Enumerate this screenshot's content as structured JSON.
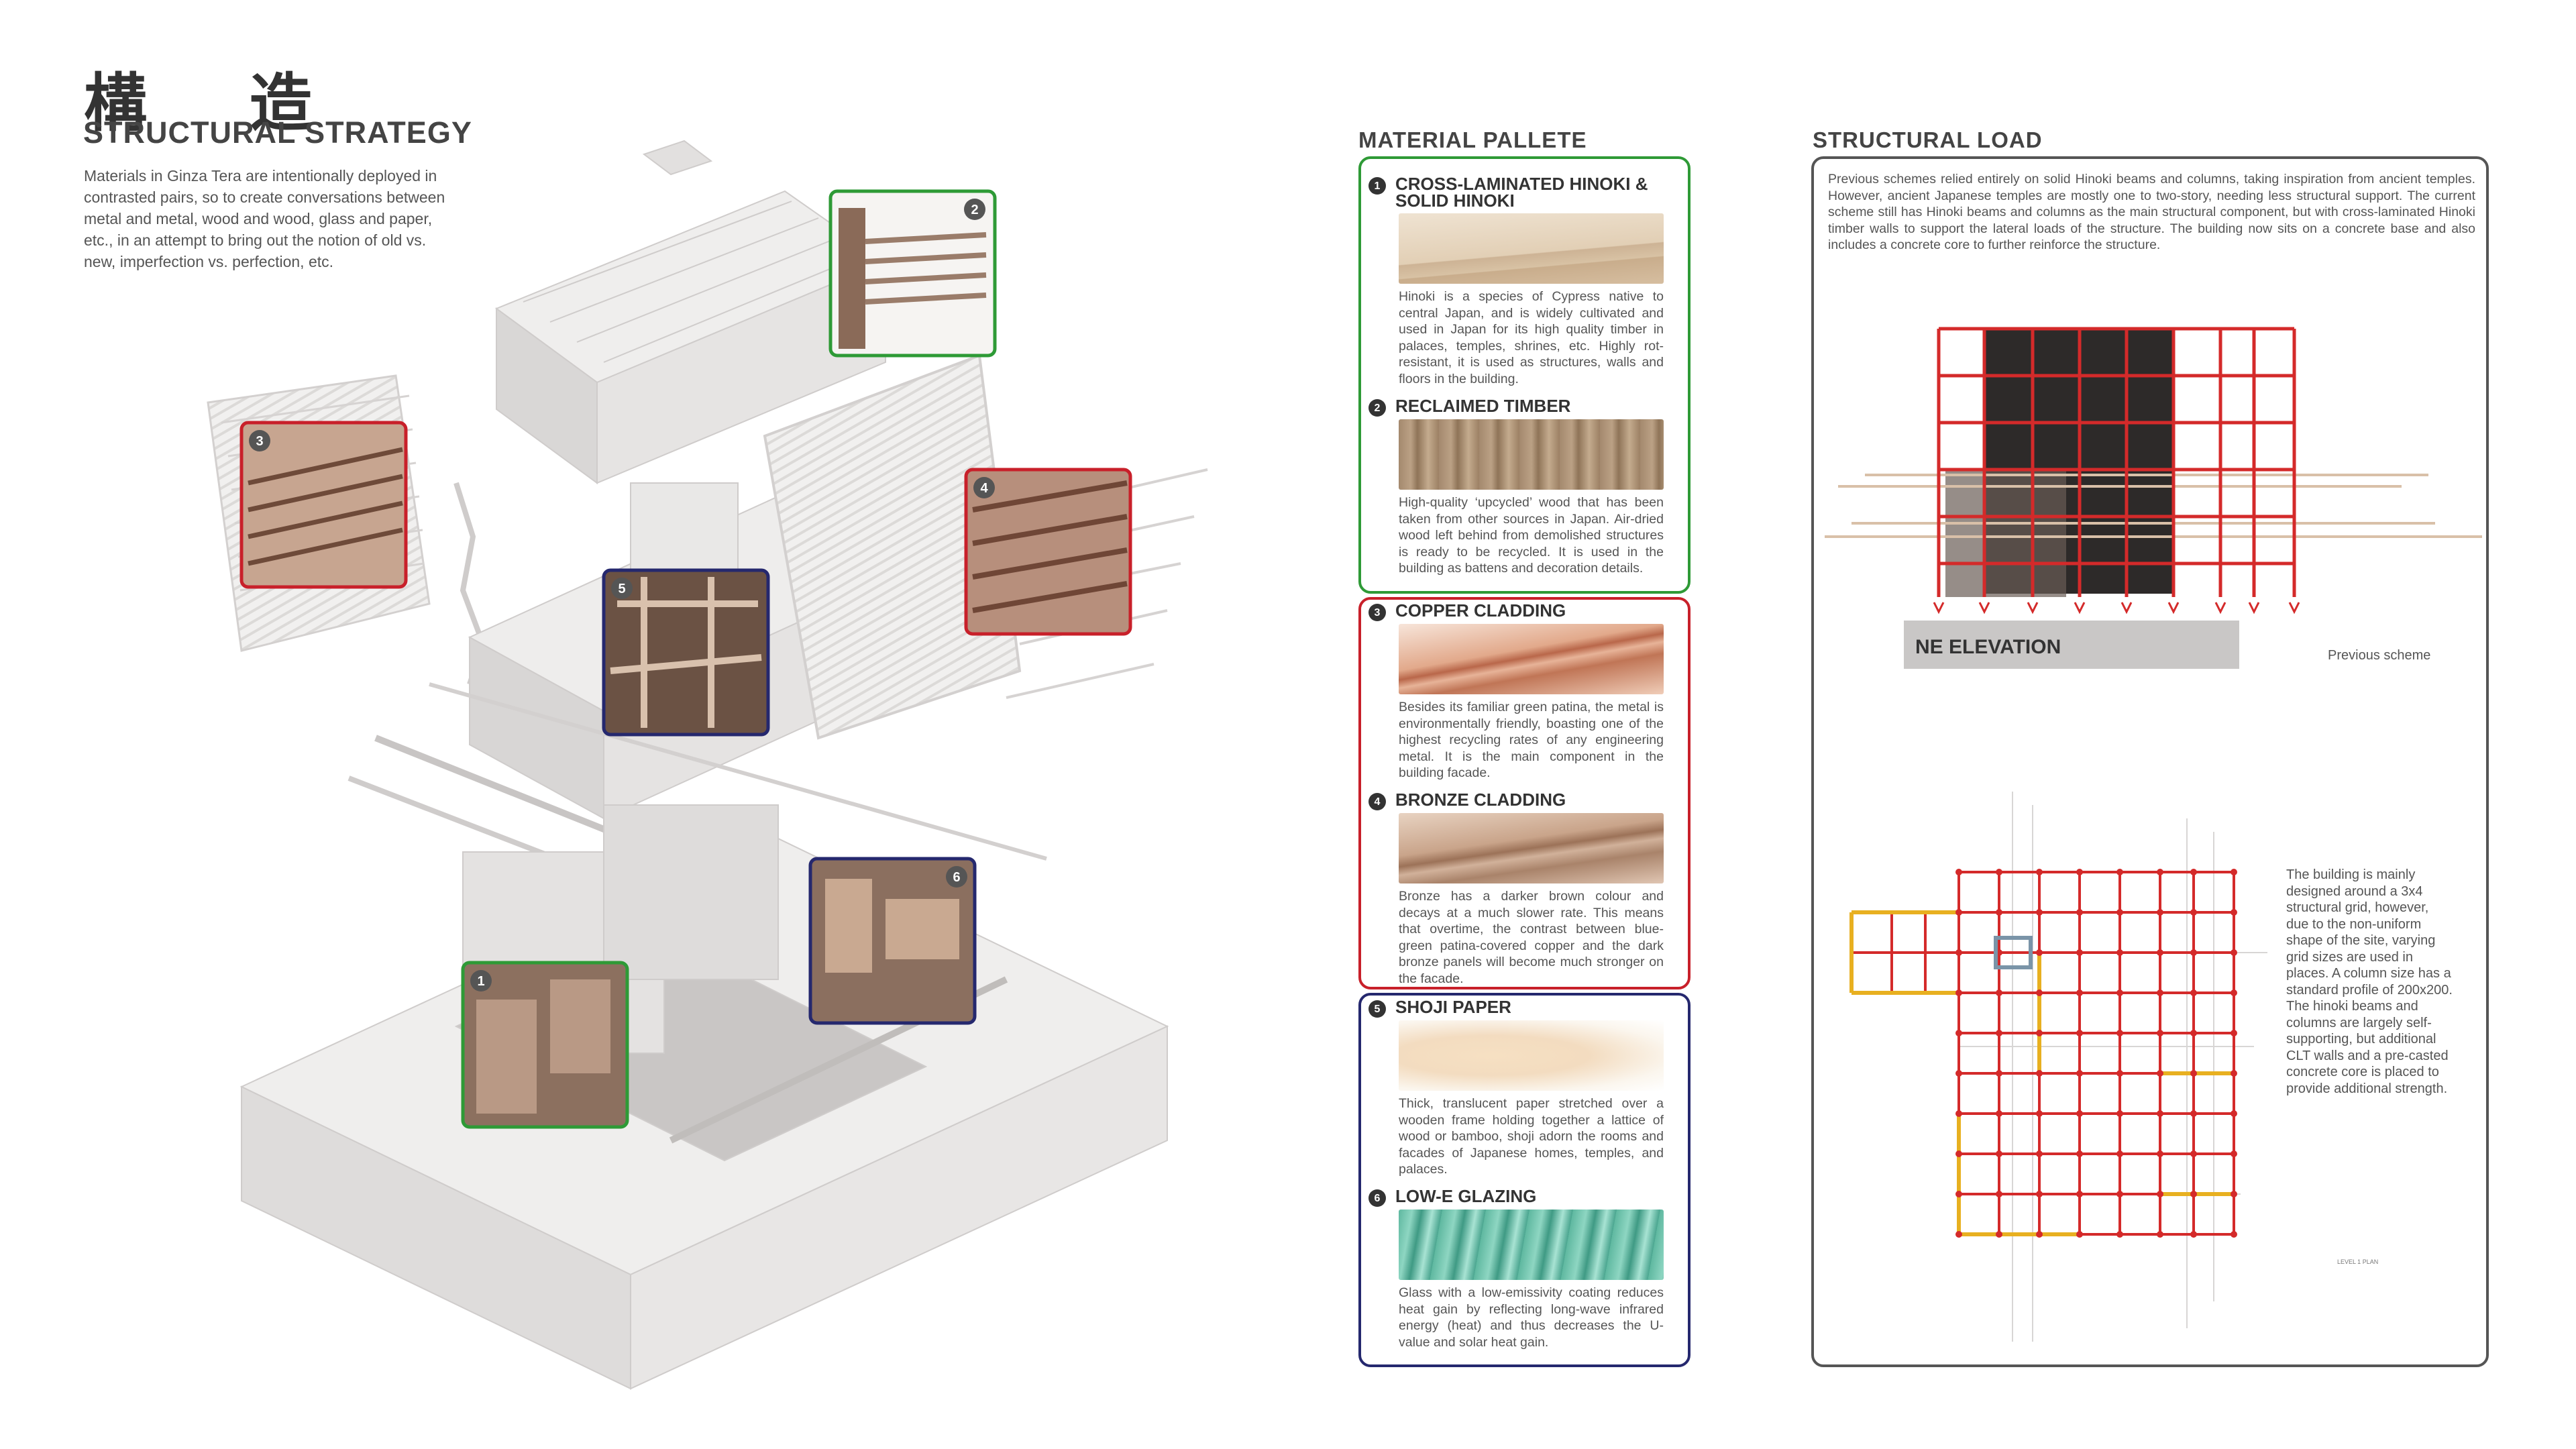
{
  "header": {
    "kanji": "構 造",
    "title": "STRUCTURAL STRATEGY",
    "intro": "Materials in Ginza Tera are intentionally deployed in contrasted pairs, so to create conversations between metal and metal, wood and wood, glass and paper, etc., in an attempt to bring out the notion of old vs. new, imperfection vs. perfection, etc."
  },
  "axonometric": {
    "callouts": [
      {
        "num": "1",
        "color": "#2e9a36"
      },
      {
        "num": "2",
        "color": "#2e9a36"
      },
      {
        "num": "3",
        "color": "#c8202a"
      },
      {
        "num": "4",
        "color": "#c8202a"
      },
      {
        "num": "5",
        "color": "#25286e"
      },
      {
        "num": "6",
        "color": "#25286e"
      }
    ]
  },
  "materials": {
    "title": "MATERIAL PALLETE",
    "group_colors": [
      "#2e9a36",
      "#c8202a",
      "#25286e"
    ],
    "items": [
      {
        "num": "1",
        "name": "CROSS-LAMINATED HINOKI & SOLID HINOKI",
        "desc": "Hinoki is a species of Cypress native to central Japan, and is widely cultivated and used in Japan for its high quality timber in palaces, temples, shrines, etc. Highly rot-resistant, it is used as structures, walls and floors in the building."
      },
      {
        "num": "2",
        "name": "RECLAIMED TIMBER",
        "desc": "High-quality ‘upcycled’ wood that has been taken from other sources in Japan. Air-dried wood left behind from demolished structures is ready to be recycled. It is used in the building as battens and decoration details."
      },
      {
        "num": "3",
        "name": "COPPER CLADDING",
        "desc": "Besides its familiar green patina, the metal is environmentally friendly, boasting one of the highest recycling rates of any engineering metal. It is the main component in the building facade."
      },
      {
        "num": "4",
        "name": "BRONZE CLADDING",
        "desc": "Bronze has a darker brown colour and decays at a much slower rate. This means that overtime, the contrast between blue-green patina-covered copper and the dark bronze panels will become much stronger on the facade."
      },
      {
        "num": "5",
        "name": "SHOJI PAPER",
        "desc": "Thick, translucent paper stretched over a wooden frame holding together a lattice of wood or bamboo, shoji adorn the rooms and facades of Japanese homes, temples, and palaces."
      },
      {
        "num": "6",
        "name": "LOW-E GLAZING",
        "desc": "Glass with a low-emissivity coating reduces heat gain by reflecting long-wave infrared energy (heat) and thus decreases the U-value and solar heat gain."
      }
    ]
  },
  "structural_load": {
    "title": "STRUCTURAL LOAD",
    "intro": "Previous schemes relied entirely on solid Hinoki beams and columns, taking inspiration from ancient temples. However, ancient Japanese temples are mostly one to two-story, needing less structural support. The current scheme still has Hinoki beams and columns as the main structural component, but with cross-laminated Hinoki timber walls to support the lateral loads of the structure. The building now sits on a concrete base and also includes a concrete core to further reinforce the structure.",
    "elevation_label": "NE ELEVATION",
    "previous_label": "Previous scheme",
    "plan_note": "The building is mainly designed around a 3x4 structural grid, however, due to the non-uniform shape of the site, varying grid sizes are used in places. A column size has a standard profile of 200x200. The hinoki beams and columns are largely self-supporting, but additional CLT walls and a pre-casted concrete core is placed to provide additional strength.",
    "plan_small_label": "LEVEL 1 PLAN",
    "grid_color": "#d42a2a",
    "highlight_color": "#e8b020"
  }
}
